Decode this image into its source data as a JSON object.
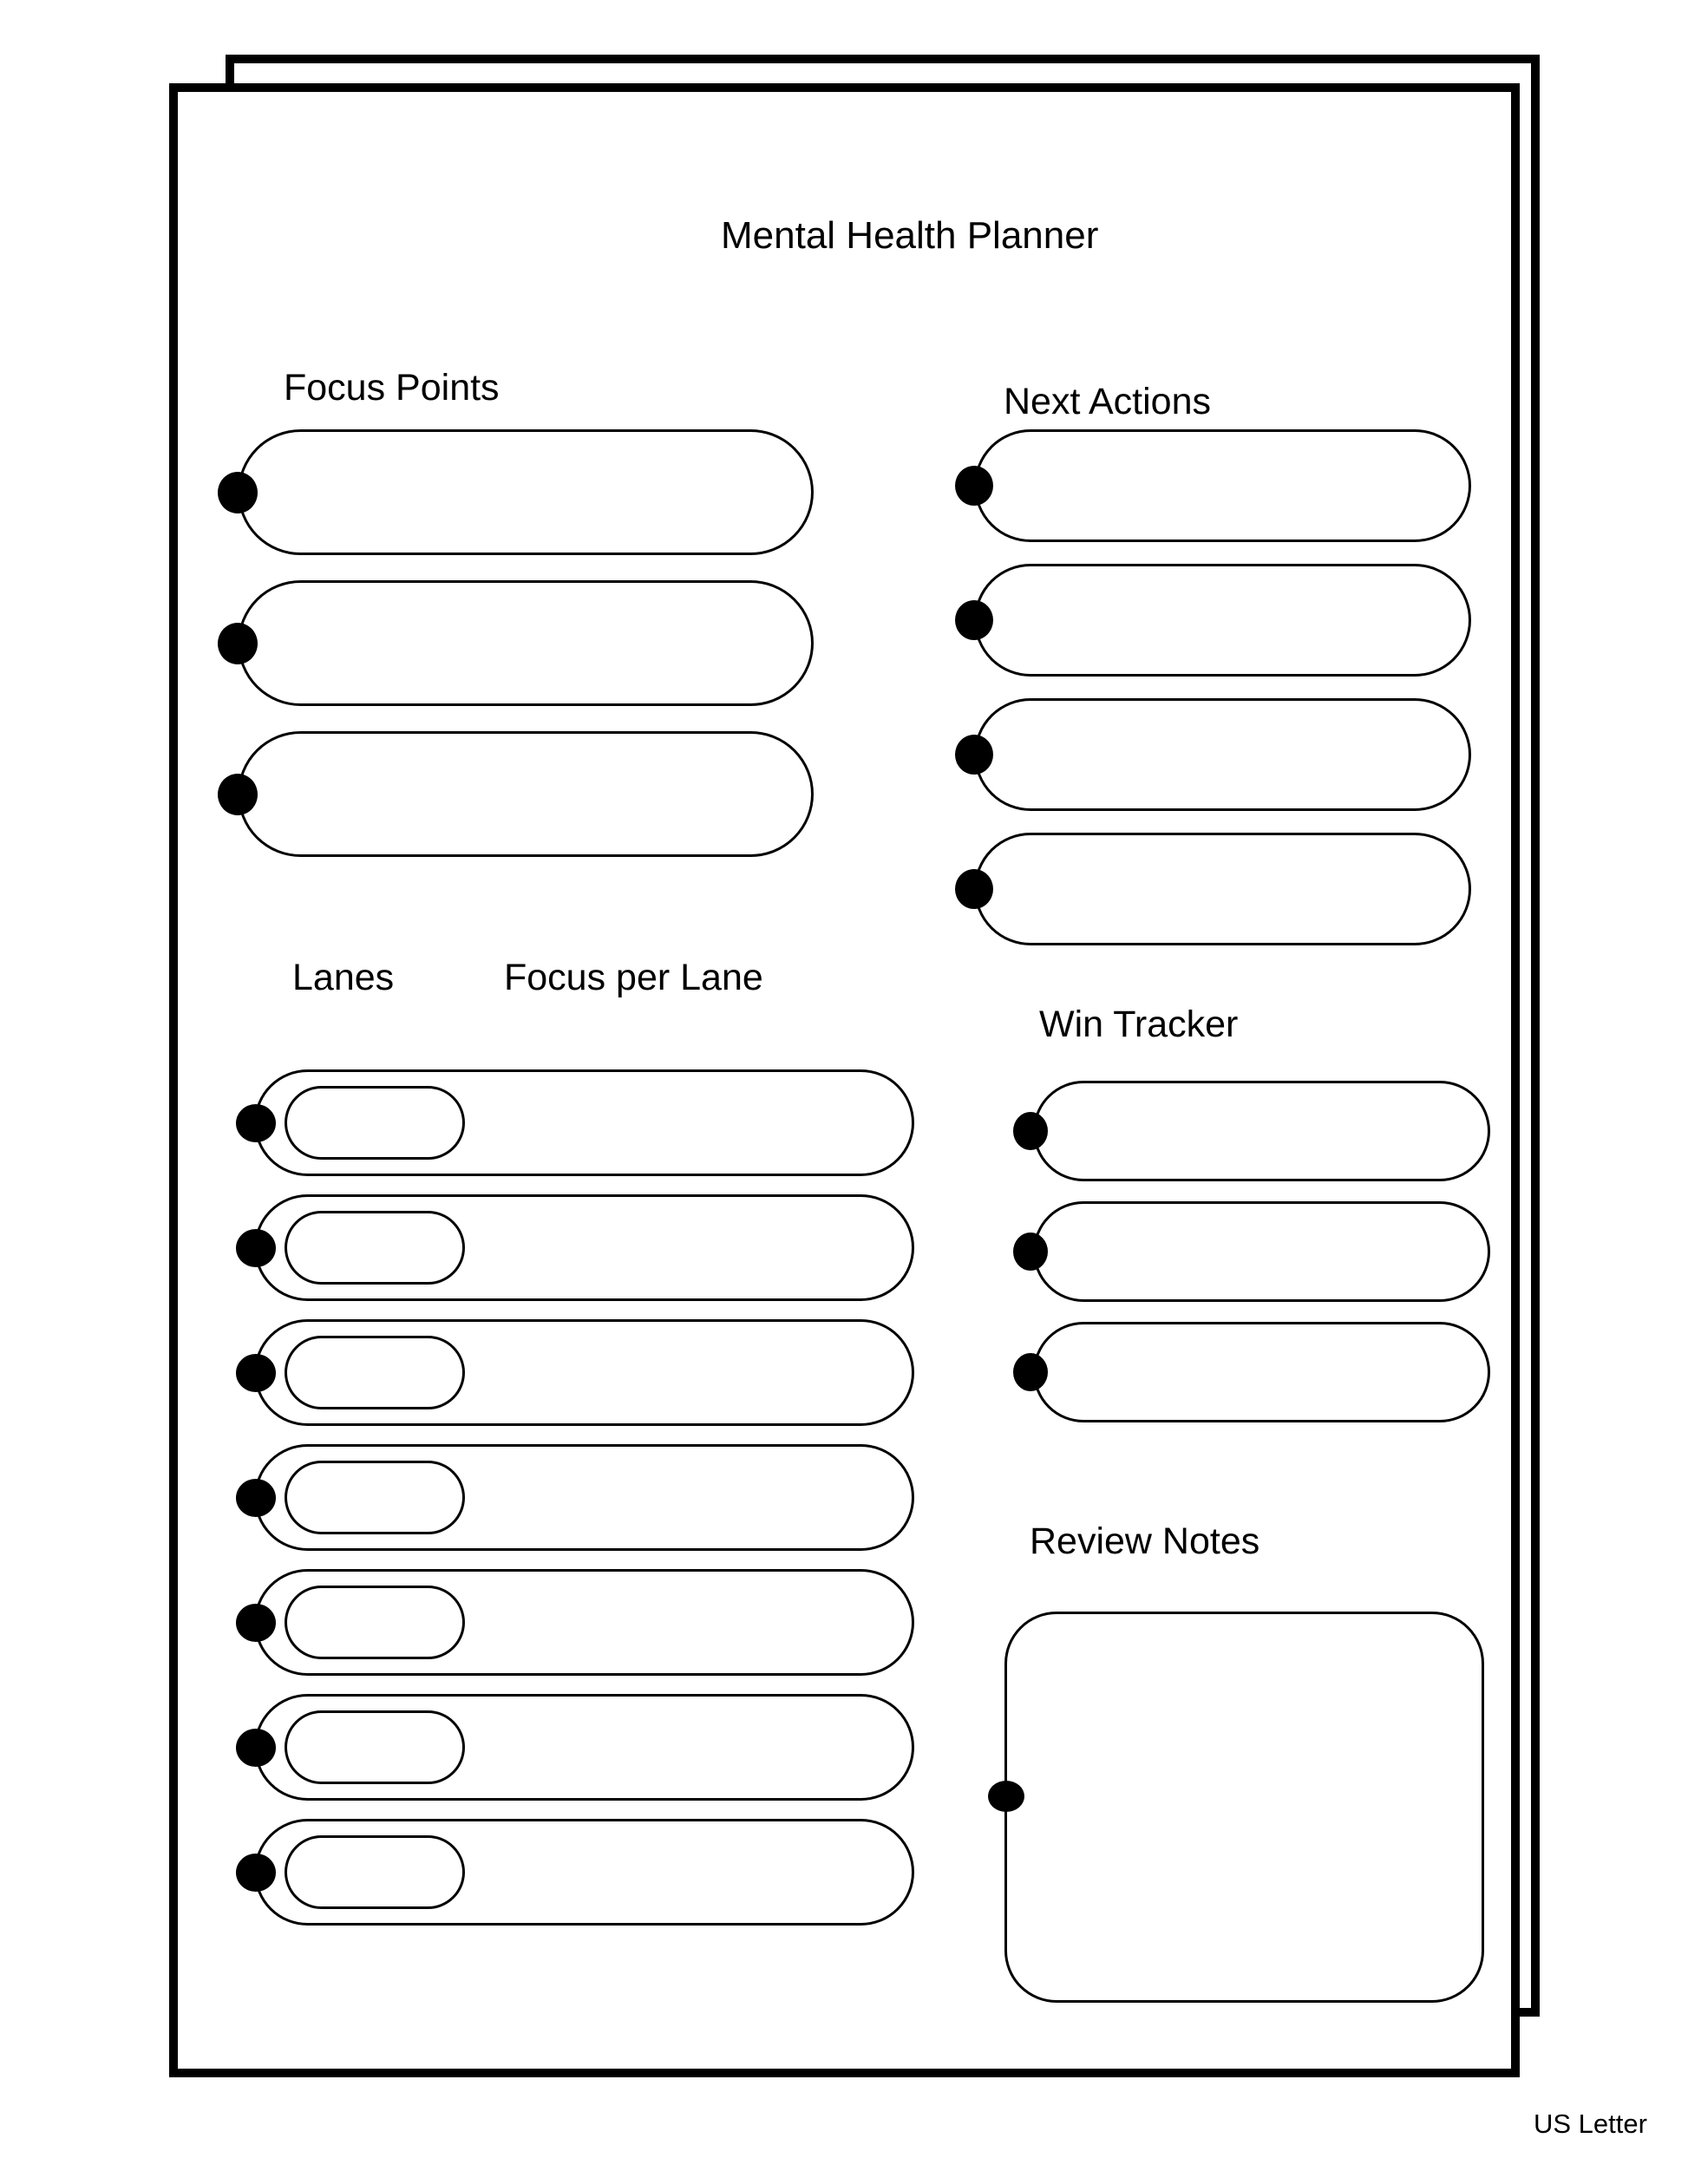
{
  "document": {
    "title": "Mental Health Planner",
    "paper_size_label": "US Letter"
  },
  "sections": {
    "focus_points": {
      "heading": "Focus Points",
      "row_count": 3
    },
    "next_actions": {
      "heading": "Next Actions",
      "row_count": 4
    },
    "lanes": {
      "heading_lanes": "Lanes",
      "heading_focus_per_lane": "Focus per Lane",
      "row_count": 7
    },
    "win_tracker": {
      "heading": "Win Tracker",
      "row_count": 3
    },
    "review_notes": {
      "heading": "Review Notes"
    }
  },
  "colors": {
    "ink": "#000000",
    "paper": "#ffffff"
  }
}
